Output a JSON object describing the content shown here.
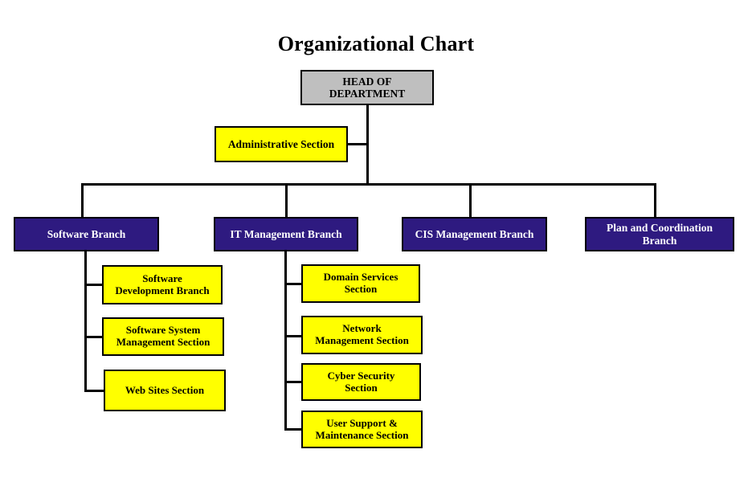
{
  "title": "Organizational Chart",
  "palette": {
    "head_fill": "#bfbfbf",
    "section_fill": "#ffff00",
    "branch_fill": "#2e1a80",
    "branch_text": "#ffffff",
    "line": "#000000",
    "background": "#ffffff"
  },
  "chart_data": {
    "type": "diagram",
    "diagram_type": "organizational-chart",
    "title": "Organizational Chart",
    "levels": 3,
    "nodes": [
      {
        "id": "head",
        "label": "HEAD OF\nDEPARTMENT",
        "level": 0,
        "style": "head"
      },
      {
        "id": "admin",
        "label": "Administrative Section",
        "level": 1,
        "style": "section",
        "parent": "head"
      },
      {
        "id": "software-branch",
        "label": "Software Branch",
        "level": 1,
        "style": "branch",
        "parent": "head"
      },
      {
        "id": "it-management-branch",
        "label": "IT Management Branch",
        "level": 1,
        "style": "branch",
        "parent": "head"
      },
      {
        "id": "cis-management-branch",
        "label": "CIS Management Branch",
        "level": 1,
        "style": "branch",
        "parent": "head"
      },
      {
        "id": "plan-coordination-branch",
        "label": "Plan and Coordination\nBranch",
        "level": 1,
        "style": "branch",
        "parent": "head"
      },
      {
        "id": "software-development-branch",
        "label": "Software\nDevelopment Branch",
        "level": 2,
        "style": "section",
        "parent": "software-branch"
      },
      {
        "id": "software-system-management-section",
        "label": "Software System\nManagement Section",
        "level": 2,
        "style": "section",
        "parent": "software-branch"
      },
      {
        "id": "web-sites-section",
        "label": "Web Sites Section",
        "level": 2,
        "style": "section",
        "parent": "software-branch"
      },
      {
        "id": "domain-services-section",
        "label": "Domain Services\nSection",
        "level": 2,
        "style": "section",
        "parent": "it-management-branch"
      },
      {
        "id": "network-management-section",
        "label": "Network\nManagement Section",
        "level": 2,
        "style": "section",
        "parent": "it-management-branch"
      },
      {
        "id": "cyber-security-section",
        "label": "Cyber Security\nSection",
        "level": 2,
        "style": "section",
        "parent": "it-management-branch"
      },
      {
        "id": "user-support-maintenance-section",
        "label": "User Support &\nMaintenance Section",
        "level": 2,
        "style": "section",
        "parent": "it-management-branch"
      }
    ]
  },
  "nodes": {
    "head": "HEAD OF\nDEPARTMENT",
    "admin": "Administrative Section",
    "software_branch": "Software Branch",
    "it_management_branch": "IT Management Branch",
    "cis_management_branch": "CIS Management Branch",
    "plan_coordination_branch": "Plan and Coordination\nBranch",
    "software_development_branch": "Software\nDevelopment Branch",
    "software_system_management_section": "Software System\nManagement Section",
    "web_sites_section": "Web Sites Section",
    "domain_services_section": "Domain Services\nSection",
    "network_management_section": "Network\nManagement Section",
    "cyber_security_section": "Cyber Security\nSection",
    "user_support_maintenance_section": "User Support &\nMaintenance Section"
  }
}
